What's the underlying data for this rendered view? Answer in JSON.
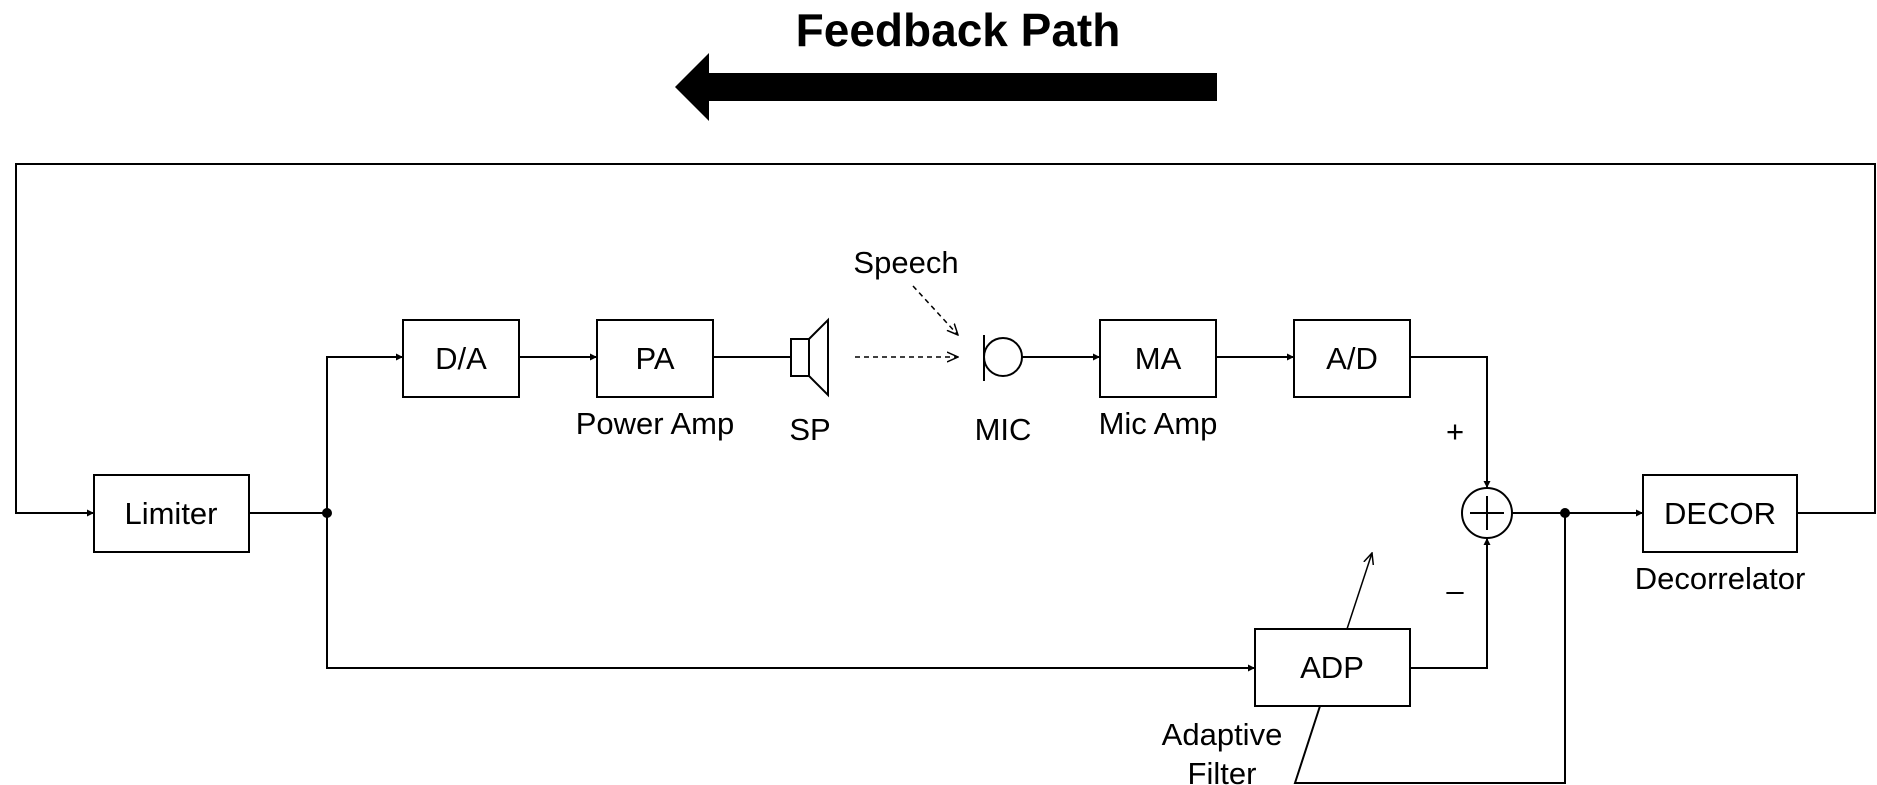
{
  "title": "Feedback Path",
  "blocks": {
    "limiter": "Limiter",
    "da": "D/A",
    "pa": "PA",
    "ma": "MA",
    "ad": "A/D",
    "decor": "DECOR",
    "adp": "ADP"
  },
  "captions": {
    "power_amp": "Power Amp",
    "sp": "SP",
    "speech": "Speech",
    "mic": "MIC",
    "mic_amp": "Mic Amp",
    "decorrelator": "Decorrelator",
    "adaptive_line1": "Adaptive",
    "adaptive_line2": "Filter"
  },
  "signs": {
    "plus": "+",
    "minus": "–"
  }
}
